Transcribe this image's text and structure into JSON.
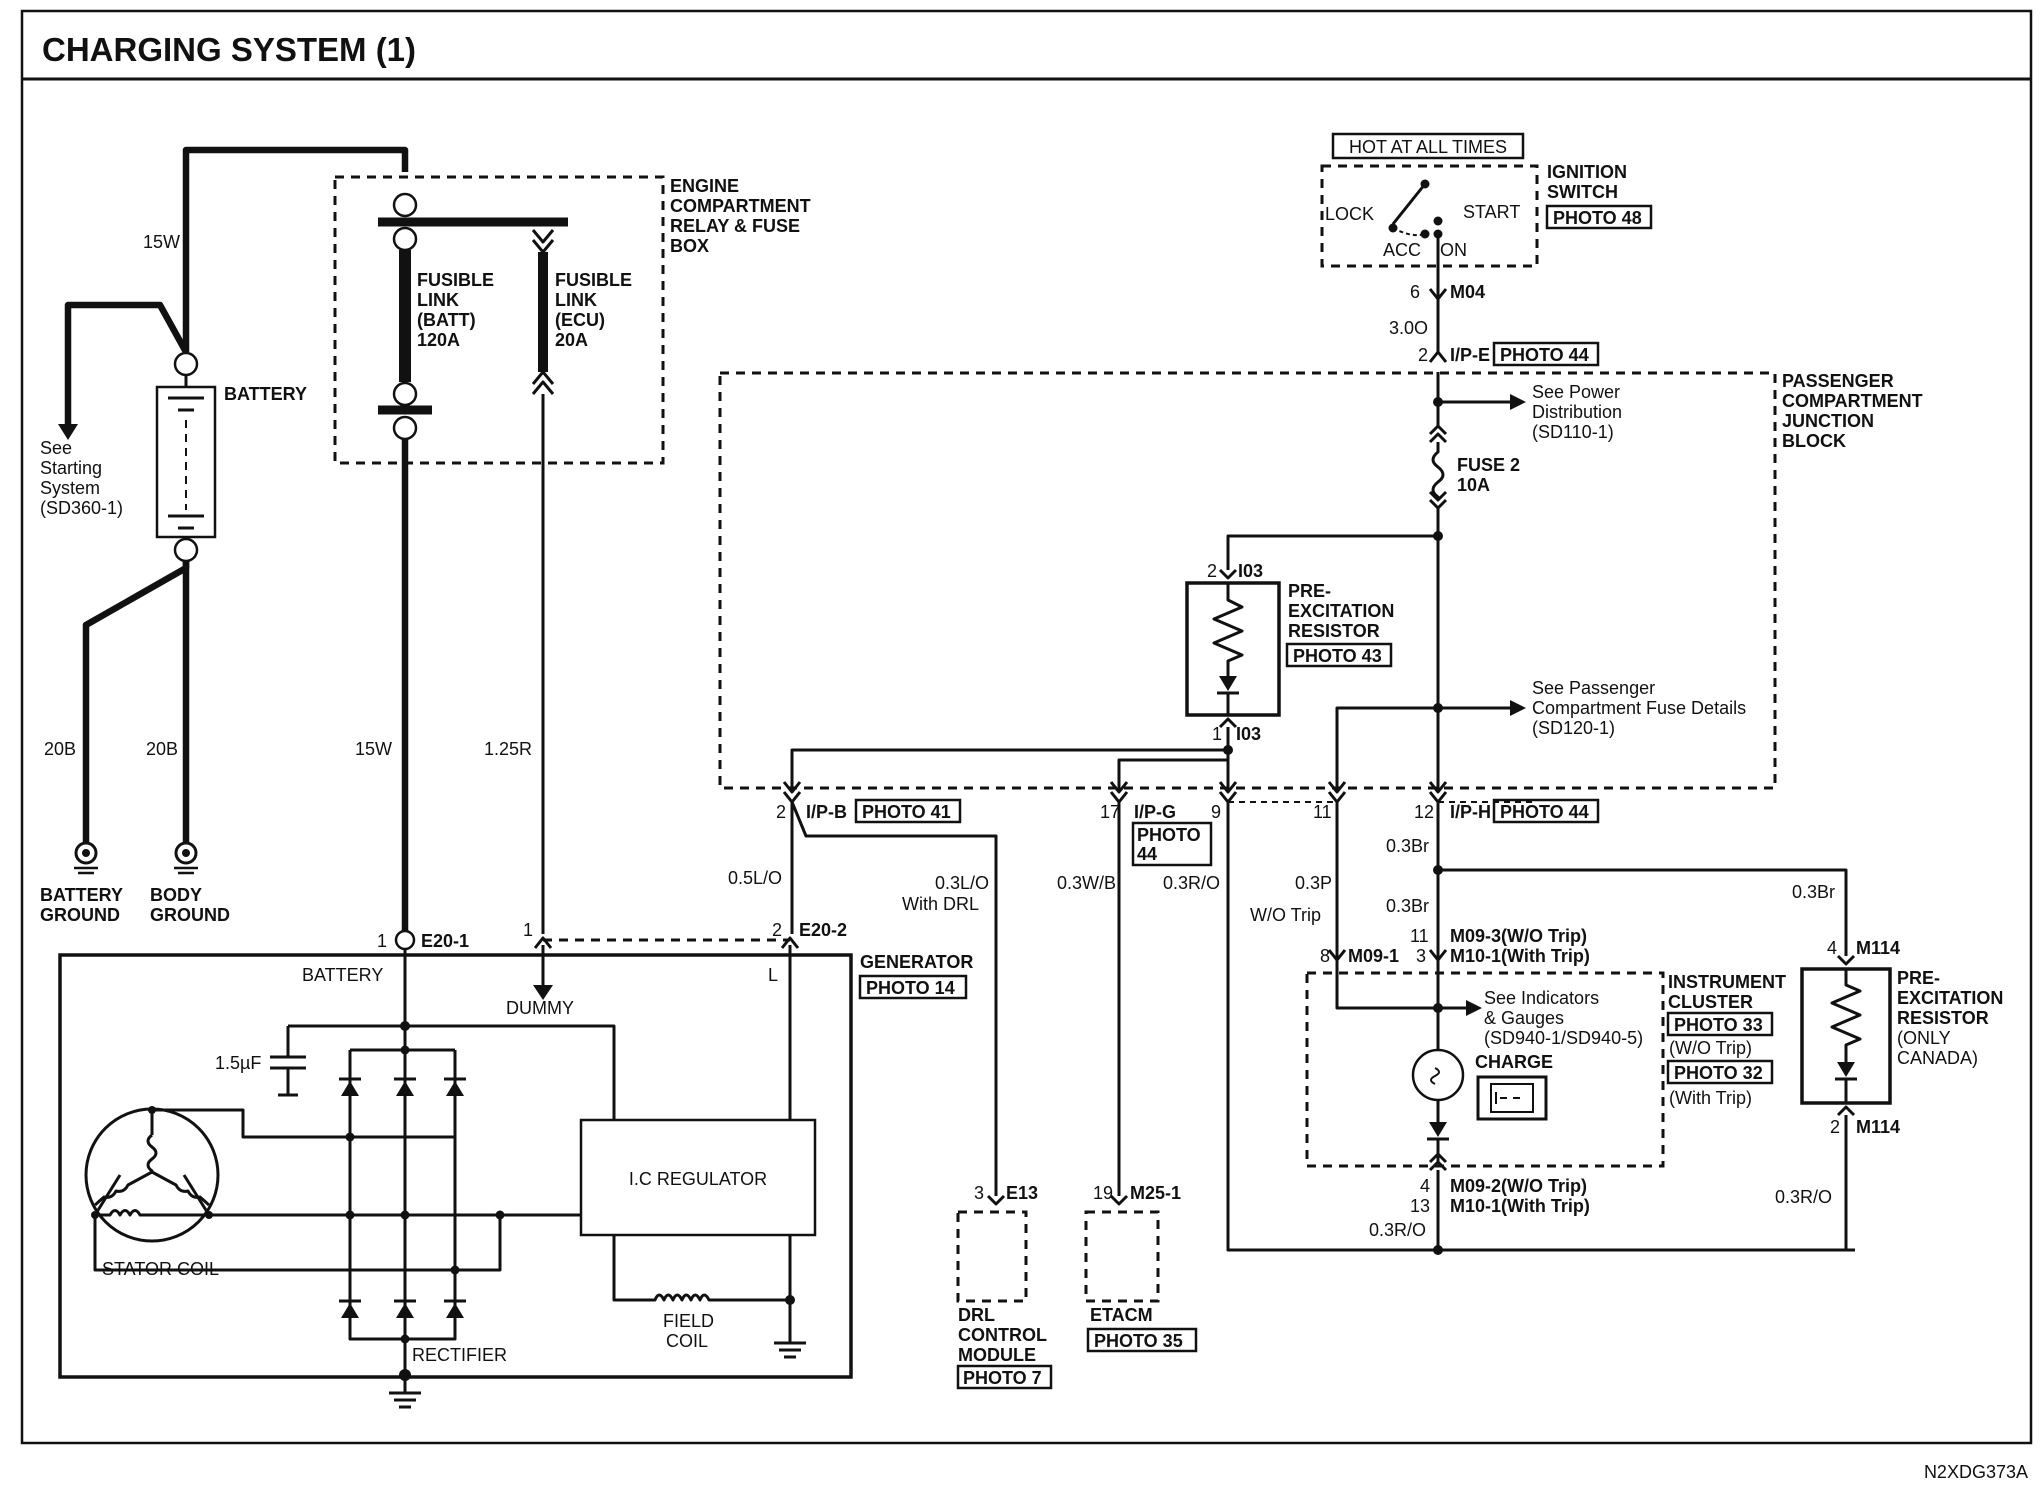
{
  "title": "CHARGING SYSTEM (1)",
  "doc_code": "N2XDG373A",
  "hot_label": "HOT AT ALL TIMES",
  "ignition": {
    "name_1": "IGNITION",
    "name_2": "SWITCH",
    "photo": "PHOTO 48",
    "lock": "LOCK",
    "start": "START",
    "acc": "ACC",
    "on": "ON"
  },
  "m04": {
    "pin": "6",
    "name": "M04"
  },
  "w_300": "3.0O",
  "ipe": {
    "pin": "2",
    "name": "I/P-E",
    "photo": "PHOTO 44"
  },
  "junction_block": [
    "PASSENGER",
    "COMPARTMENT",
    "JUNCTION",
    "BLOCK"
  ],
  "see_power": [
    "See Power",
    "Distribution",
    "(SD110-1)"
  ],
  "fuse2": [
    "FUSE 2",
    "10A"
  ],
  "i03_top": {
    "pin": "2",
    "name": "I03"
  },
  "i03_bot": {
    "pin": "1",
    "name": "I03"
  },
  "pre_resistor": {
    "line1": "PRE-",
    "line2": "EXCITATION",
    "line3": "RESISTOR",
    "photo": "PHOTO 43"
  },
  "see_fuse_details": [
    "See Passenger",
    "Compartment Fuse Details",
    "(SD120-1)"
  ],
  "engine_box": [
    "ENGINE",
    "COMPARTMENT",
    "RELAY & FUSE",
    "BOX"
  ],
  "fusible_batt": [
    "FUSIBLE",
    "LINK",
    "(BATT)",
    "120A"
  ],
  "fusible_ecu": [
    "FUSIBLE",
    "LINK",
    "(ECU)",
    "20A"
  ],
  "battery_label": "BATTERY",
  "see_starting": [
    "See",
    "Starting",
    "System",
    "(SD360-1)"
  ],
  "wires": {
    "w15w_top": "15W",
    "w20b_left": "20B",
    "w20b_right": "20B",
    "w15w": "15W",
    "w125r": "1.25R",
    "w05lo": "0.5L/O",
    "w03lo": "0.3L/O",
    "with_drl": "With DRL",
    "w03wb": "0.3W/B",
    "w03ro": "0.3R/O",
    "w03p": "0.3P",
    "wo_trip": "W/O Trip",
    "w03br_1": "0.3Br",
    "w03br_2": "0.3Br",
    "w03br_3": "0.3Br",
    "w03ro_bottom": "0.3R/O",
    "w03ro_right": "0.3R/O"
  },
  "grounds": {
    "battery": [
      "BATTERY",
      "GROUND"
    ],
    "body": [
      "BODY",
      "GROUND"
    ]
  },
  "ipb": {
    "pin": "2",
    "name": "I/P-B",
    "photo": "PHOTO 41"
  },
  "ipg": {
    "pin": "17",
    "name": "I/P-G",
    "photo_1": "PHOTO",
    "photo_2": "44",
    "pin9": "9"
  },
  "iph": {
    "pin11": "11",
    "pin": "12",
    "name": "I/P-H",
    "photo": "PHOTO 44"
  },
  "e20_1": {
    "pin": "1",
    "name": "E20-1"
  },
  "e20_2": {
    "pin1": "1",
    "pin": "2",
    "name": "E20-2",
    "l": "L"
  },
  "generator": {
    "name": "GENERATOR",
    "photo": "PHOTO 14",
    "battery": "BATTERY",
    "dummy": "DUMMY",
    "cap": "1.5µF",
    "regulator": "I.C REGULATOR",
    "stator": "STATOR COIL",
    "rectifier": "RECTIFIER",
    "field_1": "FIELD",
    "field_2": "COIL"
  },
  "e13": {
    "pin": "3",
    "name": "E13"
  },
  "drl": {
    "lines": [
      "DRL",
      "CONTROL",
      "MODULE"
    ],
    "photo": "PHOTO 7"
  },
  "m25": {
    "pin": "19",
    "name": "M25-1"
  },
  "etacm": {
    "name": "ETACM",
    "photo": "PHOTO 35"
  },
  "m09_1": {
    "pin": "8",
    "name": "M09-1"
  },
  "m09_3": {
    "pin11": "11",
    "pin3": "3",
    "name1": "M09-3(W/O Trip)",
    "name2": "M10-1(With Trip)"
  },
  "cluster": {
    "name_1": "INSTRUMENT",
    "name_2": "CLUSTER",
    "photo_a": "PHOTO 33",
    "note_a": "(W/O Trip)",
    "photo_b": "PHOTO 32",
    "note_b": "(With Trip)",
    "see": [
      "See Indicators",
      "& Gauges",
      "(SD940-1/SD940-5)"
    ],
    "charge": "CHARGE"
  },
  "m09_2": {
    "pin4": "4",
    "pin13": "13",
    "name1": "M09-2(W/O Trip)",
    "name2": "M10-1(With Trip)"
  },
  "m114_top": {
    "pin": "4",
    "name": "M114"
  },
  "m114_bot": {
    "pin": "2",
    "name": "M114"
  },
  "pre_resistor_2": [
    "PRE-",
    "EXCITATION",
    "RESISTOR",
    "(ONLY",
    "CANADA)"
  ]
}
